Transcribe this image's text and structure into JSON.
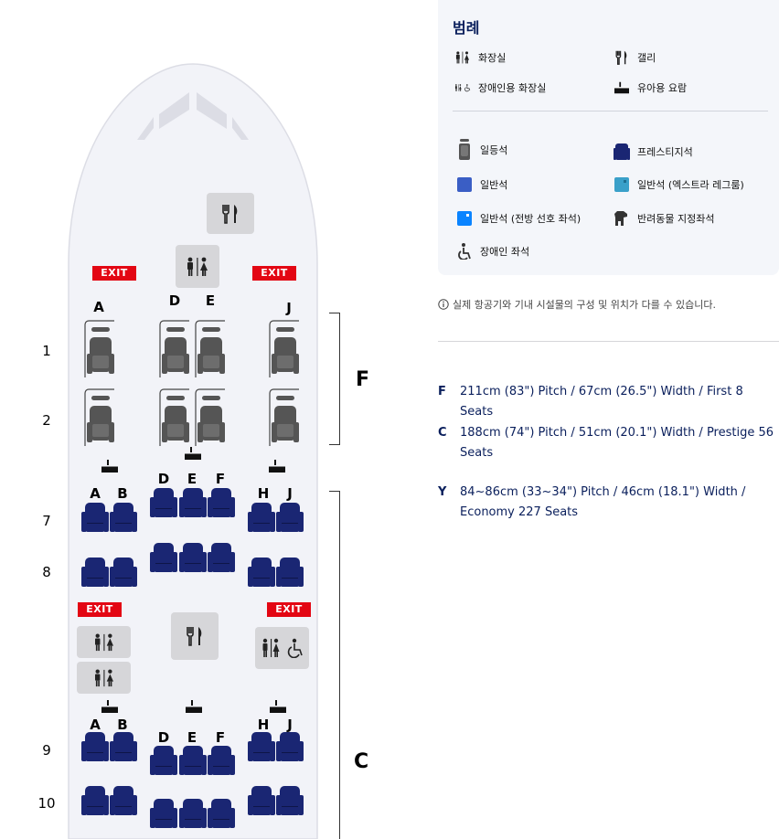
{
  "cabin": {
    "exit_label": "EXIT",
    "row_numbers": [
      "1",
      "2",
      "7",
      "8",
      "9",
      "10"
    ],
    "first_columns": [
      "A",
      "D",
      "E",
      "J"
    ],
    "economy_columns": [
      "A",
      "B",
      "D",
      "E",
      "F",
      "H",
      "J"
    ],
    "class_labels": {
      "first": "F",
      "prestige": "C"
    }
  },
  "legend": {
    "title": "범례",
    "facilities": [
      {
        "icon": "lavatory-icon",
        "label": "화장실"
      },
      {
        "icon": "galley-icon",
        "label": "갤리"
      },
      {
        "icon": "accessible-lavatory-icon",
        "label": "장애인용 화장실"
      },
      {
        "icon": "bassinet-icon",
        "label": "유아용 요람"
      }
    ],
    "seats": [
      {
        "icon": "first-seat-icon",
        "label": "일등석"
      },
      {
        "icon": "prestige-seat-icon",
        "label": "프레스티지석"
      },
      {
        "icon": "economy-seat-icon",
        "label": "일반석"
      },
      {
        "icon": "economy-extra-legroom-icon",
        "label": "일반석 (엑스트라 레그룸)"
      },
      {
        "icon": "economy-front-preferred-icon",
        "label": "일반석 (전방 선호 좌석)"
      },
      {
        "icon": "pet-seat-icon",
        "label": "반려동물 지정좌석"
      },
      {
        "icon": "accessible-seat-icon",
        "label": "장애인 좌석"
      }
    ]
  },
  "notice": "실제 항공기와 기내 시설물의 구성 및 위치가 다를 수 있습니다.",
  "specs": [
    {
      "code": "F",
      "text": "211cm (83\") Pitch / 67cm (26.5\") Width / First 8 Seats"
    },
    {
      "code": "C",
      "text": "188cm (74\") Pitch / 51cm (20.1\") Width / Prestige 56 Seats"
    },
    {
      "code": "Y",
      "text": "84~86cm (33~34\") Pitch / 46cm (18.1\") Width / Economy 227 Seats"
    }
  ],
  "colors": {
    "exit": "#e30613",
    "prestige_seat": "#1a2673",
    "economy_seat": "#3a5ec5",
    "extra_legroom": "#3aa0c9",
    "front_preferred": "#0a84ff",
    "first_seat": "#555555",
    "fuselage": "#f2f3f8",
    "heading": "#0a1f5c"
  }
}
